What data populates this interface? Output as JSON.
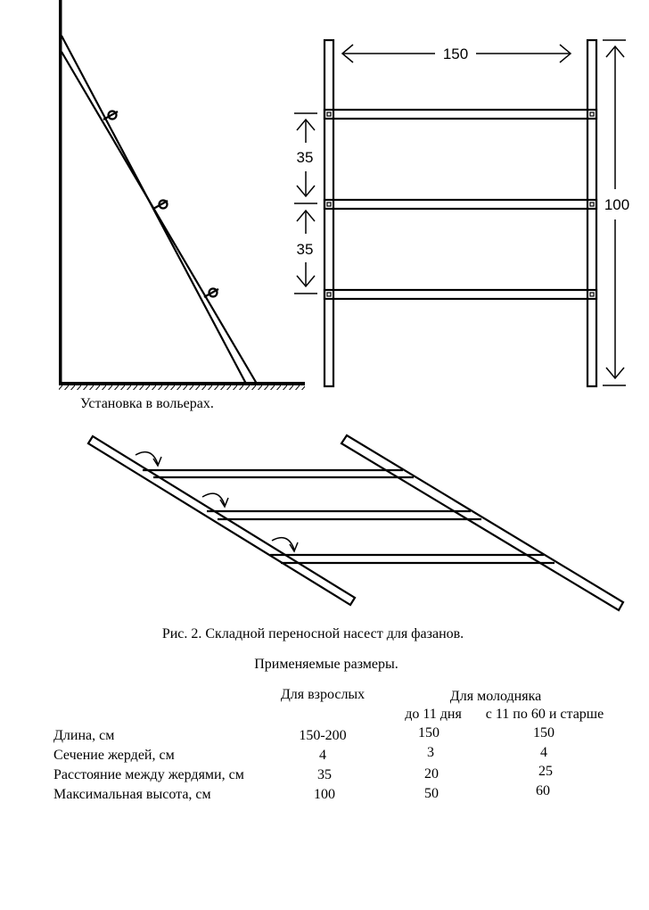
{
  "figure": {
    "installation_caption": "Установка в вольерах.",
    "figure_caption": "Рис. 2. Складной переносной насест для фазанов.",
    "dimensions": {
      "width": "150",
      "spacing_upper": "35",
      "spacing_lower": "35",
      "height": "100"
    }
  },
  "table": {
    "title": "Применяемые размеры.",
    "header_adults": "Для взрослых",
    "header_young": "Для молодняка",
    "subheader_young_1": "до 11 дня",
    "subheader_young_2": "с 11 по 60 и старше",
    "rows": [
      {
        "label": "Длина, см",
        "adults": "150-200",
        "young_1": "150",
        "young_2": "150"
      },
      {
        "label": "Сечение жердей, см",
        "adults": "4",
        "young_1": "3",
        "young_2": "4"
      },
      {
        "label": "Расстояние между жердями, см",
        "adults": "35",
        "young_1": "20",
        "young_2": "25"
      },
      {
        "label": "Максимальная высота, см",
        "adults": "100",
        "young_1": "50",
        "young_2": "60"
      }
    ]
  },
  "colors": {
    "ink": "#000000",
    "background": "#ffffff"
  }
}
